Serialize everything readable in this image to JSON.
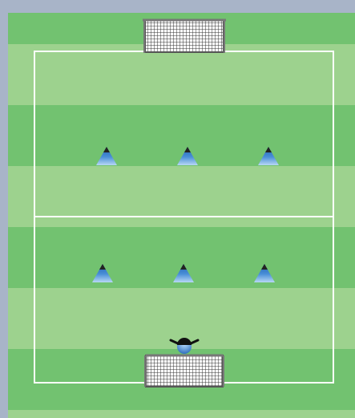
{
  "pitch": {
    "stripe_colors": [
      "#72c270",
      "#9dd28e"
    ],
    "line_color": "#ffffff",
    "frame_color": "#a8b4c8"
  },
  "goals": [
    {
      "name": "top-goal",
      "net_color": "#333333"
    },
    {
      "name": "bottom-goal",
      "net_color": "#333333"
    }
  ],
  "cones": {
    "top_row_count": 3,
    "bottom_row_count": 3,
    "cone_tip_color": "#222222",
    "cone_body_color": "#3a7fd0",
    "cone_base_color": "#89b8e8"
  },
  "player": {
    "role": "goalkeeper",
    "head_color": "#1a1a1a",
    "body_color": "#3d83cf"
  }
}
